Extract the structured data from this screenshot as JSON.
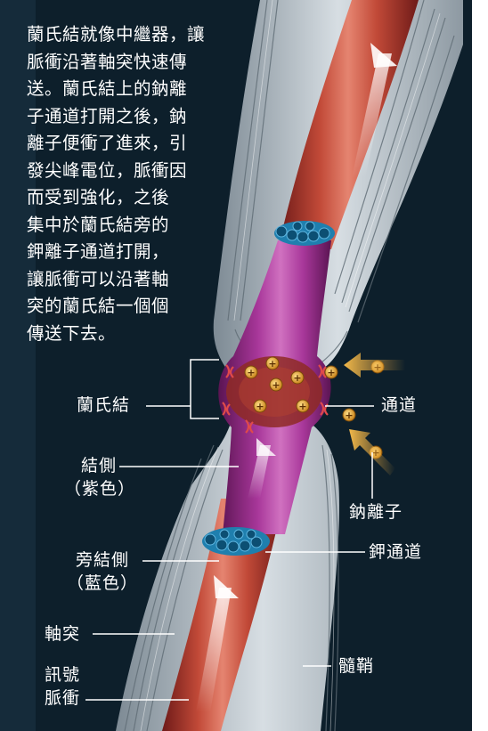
{
  "description": "蘭氏結就像中繼器，讓\n脈衝沿著軸突快速傳\n送。蘭氏結上的鈉離\n子通道打開之後，鈉\n離子便衝了進來，引\n發尖峰電位，脈衝因\n而受到強化，之後\n集中於蘭氏結旁的\n鉀離子通道打開，\n讓脈衝可以沿著軸\n突的蘭氏結一個個\n傳送下去。",
  "labels": {
    "node": "蘭氏結",
    "channel": "通道",
    "paranode": "結側\n（紫色）",
    "sodium_ions": "鈉離子",
    "juxtaparanode": "旁結側\n（藍色）",
    "potassium_channel": "鉀通道",
    "axon": "軸突",
    "myelin": "髓鞘",
    "signal_pulse": "訊號\n脈衝"
  },
  "ion_symbol": "+",
  "colors": {
    "background": "#0d1f2b",
    "axon_red": "#b33a2c",
    "node_purple": "#9c2f8f",
    "potassium_blue": "#1f7fae",
    "myelin": "#b9c4cc",
    "ion_gold": "#e6a42a",
    "arrow_gold": "#e8a53a",
    "channel_red": "#e04a4a"
  }
}
